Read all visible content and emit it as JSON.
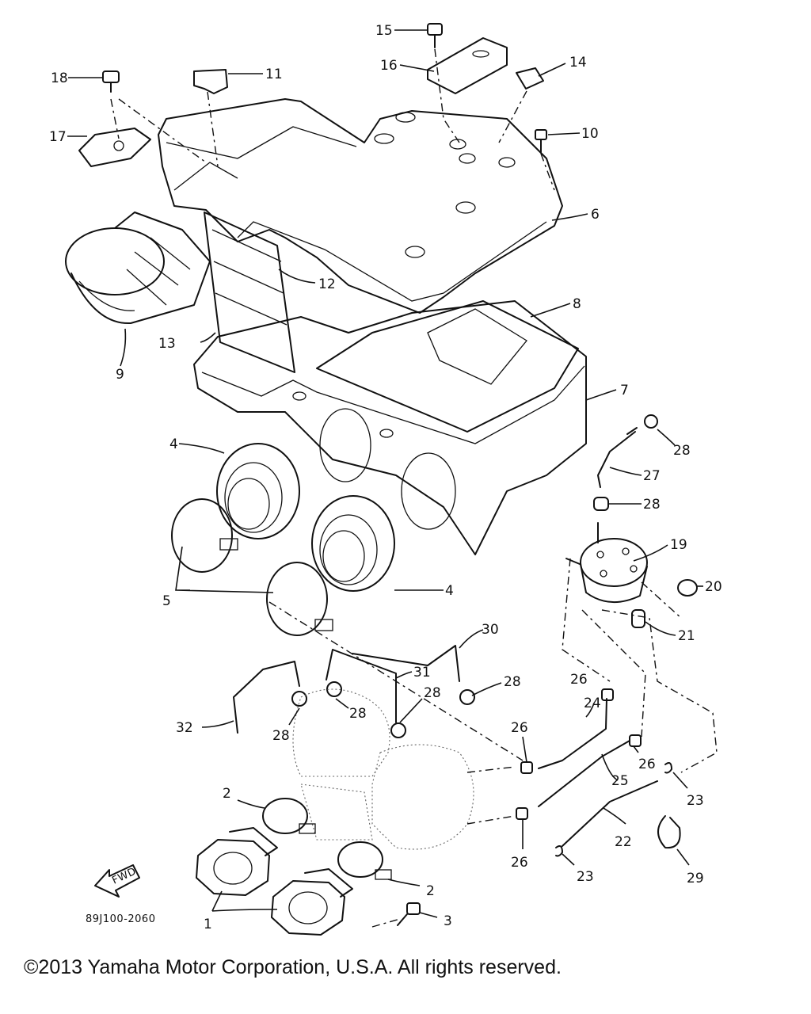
{
  "diagram": {
    "drawing_code": "89J100-2060",
    "fwd_label": "FWD",
    "part_labels": [
      "1",
      "2",
      "2",
      "3",
      "4",
      "4",
      "5",
      "6",
      "7",
      "8",
      "9",
      "10",
      "11",
      "12",
      "13",
      "14",
      "15",
      "16",
      "17",
      "18",
      "19",
      "20",
      "21",
      "22",
      "23",
      "23",
      "24",
      "25",
      "26",
      "26",
      "26",
      "26",
      "27",
      "28",
      "28",
      "28",
      "28",
      "28",
      "28",
      "29",
      "30",
      "31",
      "32"
    ]
  },
  "footer": {
    "copyright": "©2013 Yamaha Motor Corporation, U.S.A. All rights reserved."
  }
}
